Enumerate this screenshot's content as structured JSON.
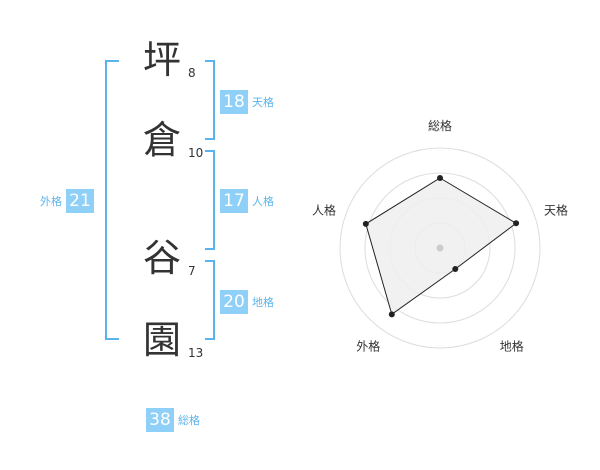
{
  "name": {
    "chars": [
      {
        "char": "坪",
        "strokes": "8"
      },
      {
        "char": "倉",
        "strokes": "10"
      },
      {
        "char": "谷",
        "strokes": "7"
      },
      {
        "char": "園",
        "strokes": "13"
      }
    ]
  },
  "kaku": {
    "tenkaku": {
      "value": "18",
      "label": "天格"
    },
    "jinkaku": {
      "value": "17",
      "label": "人格"
    },
    "chikaku": {
      "value": "20",
      "label": "地格"
    },
    "gaikaku": {
      "value": "21",
      "label": "外格"
    },
    "soukaku": {
      "value": "38",
      "label": "総格"
    }
  },
  "radar": {
    "axes": [
      "総格",
      "天格",
      "地格",
      "外格",
      "人格"
    ],
    "values": [
      0.7,
      0.8,
      0.26,
      0.82,
      0.78
    ],
    "max": 1,
    "colors": {
      "line": "#222222",
      "fill": "#eeeeee",
      "ring": "#dddddd",
      "center": "#cccccc"
    }
  }
}
